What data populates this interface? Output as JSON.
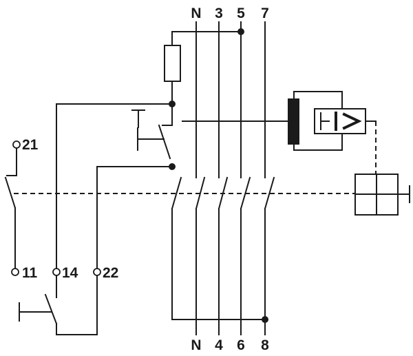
{
  "labels": {
    "top": [
      "N",
      "3",
      "5",
      "7"
    ],
    "bottom": [
      "N",
      "4",
      "6",
      "8"
    ],
    "aux": [
      "21",
      "11",
      "14",
      "22"
    ]
  },
  "trip_unit": {
    "symbol_text": "I >"
  },
  "colors": {
    "line": "#1a1a1a",
    "background": "#ffffff"
  }
}
